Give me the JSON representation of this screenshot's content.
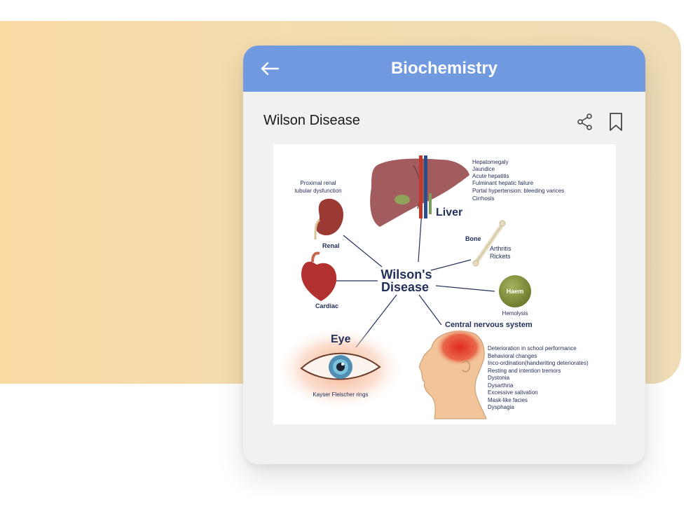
{
  "app_bar": {
    "title": "Biochemistry"
  },
  "topic": {
    "title": "Wilson Disease"
  },
  "figure": {
    "center_line1": "Wilson's",
    "center_line2": "Disease",
    "liver": {
      "label": "Liver",
      "items": [
        "Hepatomegaly",
        "Jaundice",
        "Acute hepatitis",
        "Fulminant hepatic failure",
        "Portal hypertension: bleeding varices",
        "Cirrhosis"
      ]
    },
    "renal": {
      "label": "Renal",
      "note_line1": "Proximal renal",
      "note_line2": "tubular dysfunction"
    },
    "bone": {
      "label": "Bone",
      "items": [
        "Arthritis",
        "Rickets"
      ]
    },
    "cardiac": {
      "label": "Cardiac"
    },
    "haem": {
      "label": "Haem",
      "note": "Hemolysis"
    },
    "eye": {
      "label": "Eye",
      "note": "Kayser Fleischer rings"
    },
    "cns": {
      "label": "Central nervous system",
      "items": [
        "Deterioration in school performance",
        "Behavioral changes",
        "Inco-ordination(handwriting deteriorates)",
        "Resting and intention tremors",
        "Dystonia",
        "Dysarthria",
        "Excessive salivation",
        "Mask-like facies",
        "Dysphagia"
      ]
    }
  },
  "colors": {
    "app_bar": "#7199e0",
    "background_card": "#f3ddb0",
    "label_text": "#23305a"
  }
}
